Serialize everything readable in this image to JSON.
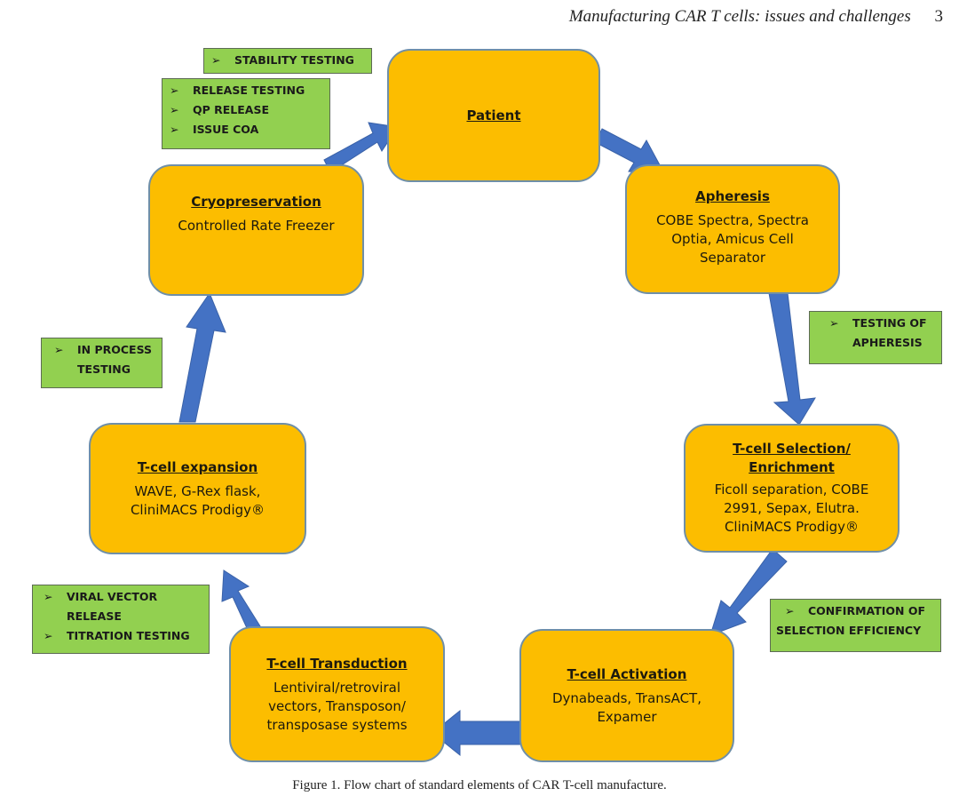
{
  "header": {
    "title": "Manufacturing CAR T cells: issues and challenges",
    "page_number": "3"
  },
  "caption": "Figure 1.  Flow chart of standard elements of CAR T-cell manufacture.",
  "colors": {
    "node_fill": "#fcbd00",
    "note_fill": "#92d050",
    "arrow": "#4472c4"
  },
  "nodes": {
    "patient": {
      "title": "Patient",
      "detail": ""
    },
    "apheresis": {
      "title": "Apheresis",
      "detail": "COBE Spectra, Spectra Optia, Amicus Cell Separator"
    },
    "selection": {
      "title": "T-cell Selection/ Enrichment",
      "detail": "Ficoll separation, COBE 2991, Sepax, Elutra. CliniMACS Prodigy®"
    },
    "activation": {
      "title": "T-cell Activation",
      "detail": "Dynabeads, TransACT, Expamer"
    },
    "transduction": {
      "title": "T-cell Transduction",
      "detail": "Lentiviral/retroviral vectors, Transposon/ transposase systems"
    },
    "expansion": {
      "title": "T-cell expansion",
      "detail": "WAVE, G-Rex flask, CliniMACS Prodigy®"
    },
    "cryo": {
      "title": "Cryopreservation",
      "detail": "Controlled Rate Freezer"
    }
  },
  "notes": {
    "stability": [
      "STABILITY TESTING"
    ],
    "release": [
      "RELEASE TESTING",
      "QP RELEASE",
      "ISSUE COA"
    ],
    "apheresis_testing": {
      "bullet": "TESTING OF",
      "cont": "APHERESIS"
    },
    "in_process": {
      "bullet": "IN PROCESS",
      "cont": "TESTING"
    },
    "selection_eff": {
      "bullet": "CONFIRMATION OF",
      "cont": "SELECTION EFFICIENCY"
    },
    "viral": {
      "items": [
        "VIRAL VECTOR",
        "TITRATION TESTING"
      ],
      "cont": "RELEASE"
    }
  },
  "flow": [
    "Patient",
    "Apheresis",
    "T-cell Selection/ Enrichment",
    "T-cell Activation",
    "T-cell Transduction",
    "T-cell expansion",
    "Cryopreservation",
    "Patient"
  ]
}
